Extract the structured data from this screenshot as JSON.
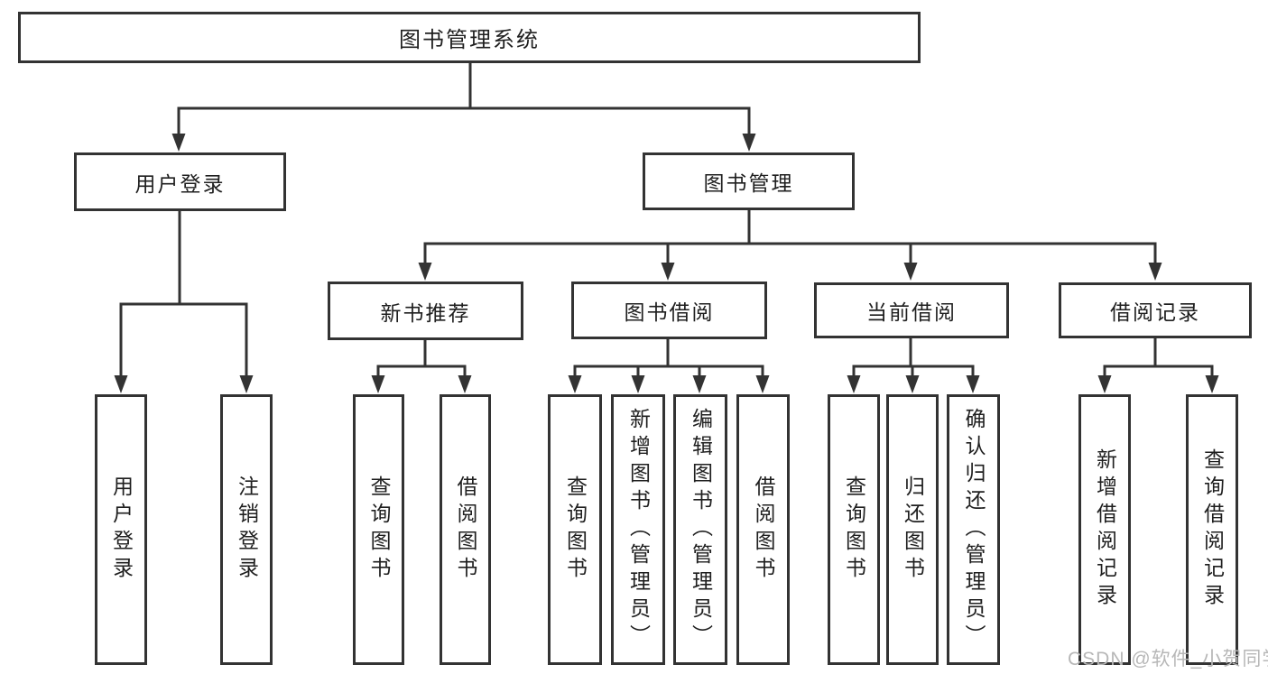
{
  "tree": {
    "root": "图书管理系统",
    "user_login": {
      "label": "用户登录",
      "children": [
        "用户登录",
        "注销登录"
      ]
    },
    "book_mgmt": {
      "label": "图书管理",
      "groups": [
        {
          "label": "新书推荐",
          "children": [
            "查询图书",
            "借阅图书"
          ]
        },
        {
          "label": "图书借阅",
          "children": [
            "查询图书",
            "新增图书（管理员）",
            "编辑图书（管理员）",
            "借阅图书"
          ]
        },
        {
          "label": "当前借阅",
          "children": [
            "查询图书",
            "归还图书",
            "确认归还（管理员）"
          ]
        },
        {
          "label": "借阅记录",
          "children": [
            "新增借阅记录",
            "查询借阅记录"
          ]
        }
      ]
    }
  },
  "watermark": "CSDN @软件_小贺同学",
  "colors": {
    "line": "#333333",
    "text": "#1f1f1f",
    "watermark": "#b7b7b7",
    "background": "#ffffff"
  }
}
